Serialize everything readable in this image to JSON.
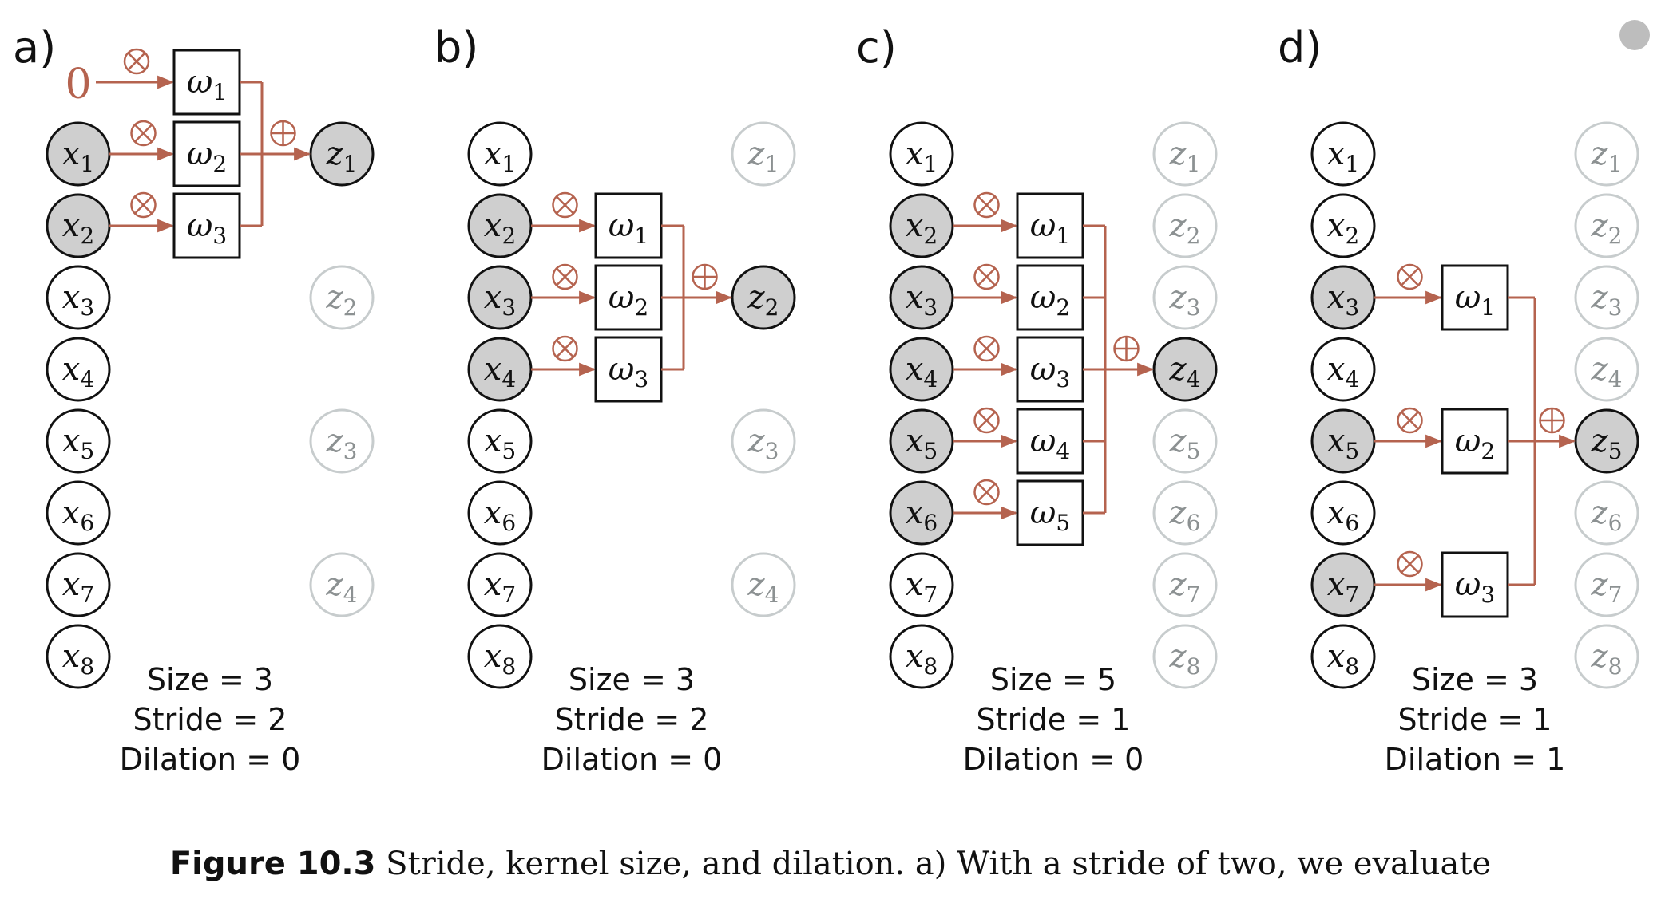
{
  "colors": {
    "accent": "#b5634f",
    "active_fill": "#cfcfcf",
    "inactive_stroke": "#c7cccd",
    "inactive_text": "#8c9192",
    "node_stroke": "#111111"
  },
  "icons": {
    "multiply": "otimes-icon",
    "add": "oplus-icon"
  },
  "panels": [
    {
      "letter": "a)",
      "zero_label": "0",
      "inputs": [
        "x1",
        "x2",
        "x3",
        "x4",
        "x5",
        "x6",
        "x7",
        "x8"
      ],
      "outputs": [
        "z1",
        "z2",
        "z3",
        "z4"
      ],
      "active_inputs": [
        1,
        2
      ],
      "active_output": 1,
      "weights": [
        "ω1",
        "ω2",
        "ω3"
      ],
      "size_label": "Size = 3",
      "stride_label": "Stride = 2",
      "dilation_label": "Dilation = 0"
    },
    {
      "letter": "b)",
      "inputs": [
        "x1",
        "x2",
        "x3",
        "x4",
        "x5",
        "x6",
        "x7",
        "x8"
      ],
      "outputs": [
        "z1",
        "z2",
        "z3",
        "z4"
      ],
      "active_inputs": [
        2,
        3,
        4
      ],
      "active_output": 2,
      "weights": [
        "ω1",
        "ω2",
        "ω3"
      ],
      "size_label": "Size = 3",
      "stride_label": "Stride = 2",
      "dilation_label": "Dilation = 0"
    },
    {
      "letter": "c)",
      "inputs": [
        "x1",
        "x2",
        "x3",
        "x4",
        "x5",
        "x6",
        "x7",
        "x8"
      ],
      "outputs": [
        "z1",
        "z2",
        "z3",
        "z4",
        "z5",
        "z6",
        "z7",
        "z8"
      ],
      "active_inputs": [
        2,
        3,
        4,
        5,
        6
      ],
      "active_output": 4,
      "weights": [
        "ω1",
        "ω2",
        "ω3",
        "ω4",
        "ω5"
      ],
      "size_label": "Size = 5",
      "stride_label": "Stride = 1",
      "dilation_label": "Dilation = 0"
    },
    {
      "letter": "d)",
      "inputs": [
        "x1",
        "x2",
        "x3",
        "x4",
        "x5",
        "x6",
        "x7",
        "x8"
      ],
      "outputs": [
        "z1",
        "z2",
        "z3",
        "z4",
        "z5",
        "z6",
        "z7",
        "z8"
      ],
      "active_inputs": [
        3,
        5,
        7
      ],
      "active_output": 5,
      "weights": [
        "ω1",
        "ω2",
        "ω3"
      ],
      "size_label": "Size = 3",
      "stride_label": "Stride = 1",
      "dilation_label": "Dilation = 1"
    }
  ],
  "caption": {
    "label": "Figure 10.3",
    "text": " Stride, kernel size, and dilation. a) With a stride of two, we evaluate"
  }
}
